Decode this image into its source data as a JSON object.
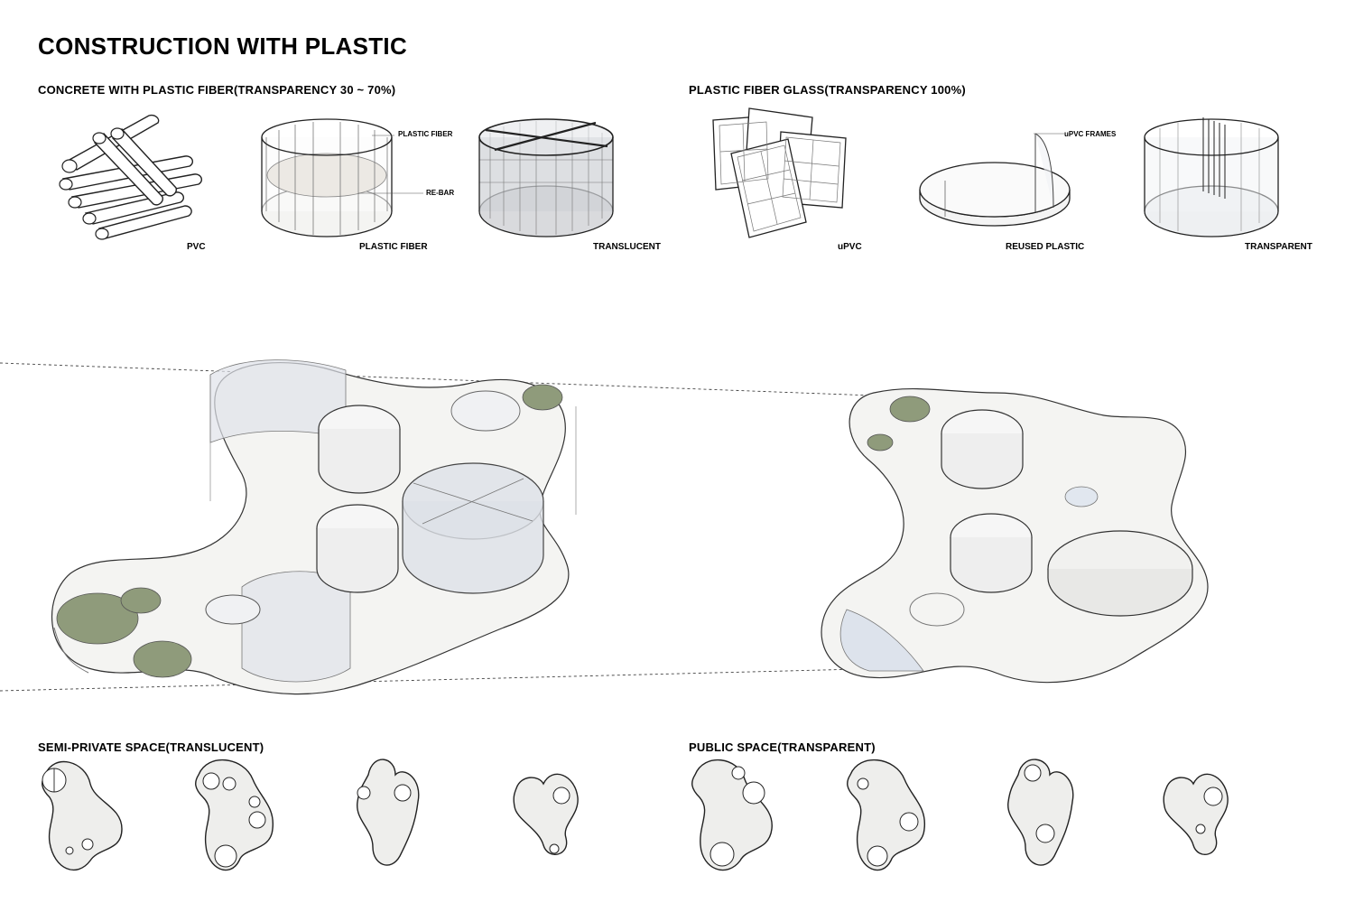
{
  "title": "CONSTRUCTION WITH PLASTIC",
  "sections": {
    "concrete": "CONCRETE WITH PLASTIC FIBER(TRANSPARENCY 30 ~ 70%)",
    "glass": "PLASTIC FIBER GLASS(TRANSPARENCY 100%)",
    "semi_private": "SEMI-PRIVATE SPACE(TRANSLUCENT)",
    "public": "PUBLIC SPACE(TRANSPARENT)"
  },
  "materials": {
    "pvc": "PVC",
    "plastic_fiber": "PLASTIC FIBER",
    "translucent": "TRANSLUCENT",
    "upvc": "uPVC",
    "reused_plastic": "REUSED PLASTIC",
    "transparent": "TRANSPARENT"
  },
  "annotations": {
    "plastic_fiber": "PLASTIC FIBER",
    "re_bar": "RE-BAR",
    "upvc_frames": "uPVC FRAMES"
  },
  "colors": {
    "ink": "#000000",
    "line": "#3a3a3a",
    "floor": "#efefed",
    "wall": "#e2e4e8",
    "glass": "#dfe6ee",
    "greenery": "#8f9b7b"
  }
}
